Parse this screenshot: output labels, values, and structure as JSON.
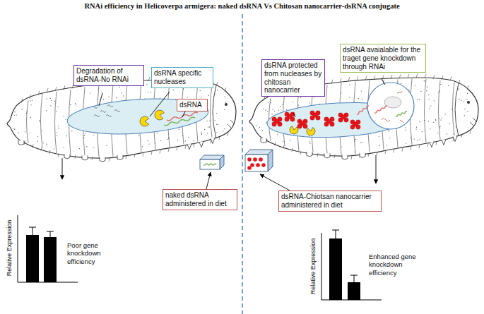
{
  "diagram": {
    "title": "RNAi efficiency in Helicoverpa armigera: naked dsRNA Vs Chitosan nanocarrier-dsRNA conjugate",
    "nodes": [
      {
        "text": [
          "Degradation of dsRNA-No RNAi"
        ]
      },
      {
        "text": [
          "dsRNA specific nucleases"
        ]
      },
      {
        "text": [
          "dsRNA"
        ]
      },
      {
        "text": [
          "naked dsRNA administered in diet"
        ]
      },
      {
        "text": [
          "dsRNA protected from nucleases by chitosan nanocarrier"
        ]
      },
      {
        "text": [
          "dsRNA avaialable for the traget gene knockdown through RNAi"
        ]
      },
      {
        "text": [
          "dsRNA-Chiotsan nanocarrier administered in diet"
        ]
      }
    ],
    "labels": [
      "Relative Expression",
      "Poor gene knockdown efficiency",
      "Relative Expression",
      "Enhanced gene knockdown efficiency"
    ]
  }
}
